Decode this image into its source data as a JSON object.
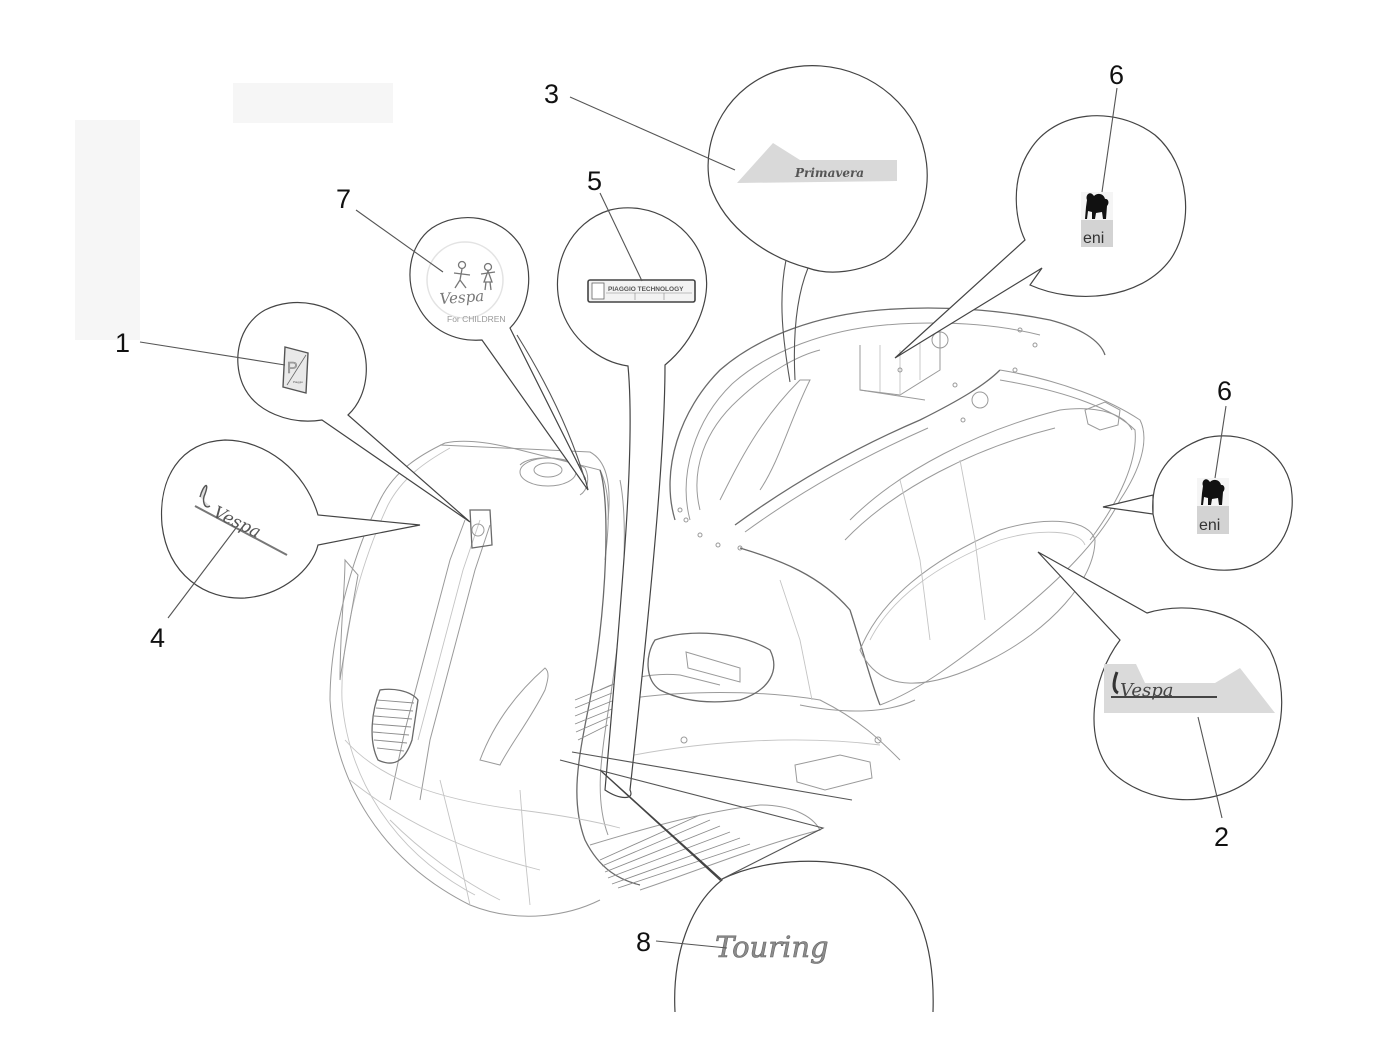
{
  "diagram": {
    "title": "Plates - Emblems (exploded parts diagram)",
    "subject": "Vessel scooter body with decal/emblem callouts",
    "callouts": [
      {
        "id": "1",
        "label": "1",
        "part": "Piaggio shield emblem"
      },
      {
        "id": "2",
        "label": "2",
        "part": "Vespa side panel emblem"
      },
      {
        "id": "3",
        "label": "3",
        "part": "Primavera inner glovebox badge"
      },
      {
        "id": "4",
        "label": "4",
        "part": "Vespa legshield script emblem"
      },
      {
        "id": "5",
        "label": "5",
        "part": "Piaggio Technology plate"
      },
      {
        "id": "6a",
        "label": "6",
        "part": "eni decal (glovebox)"
      },
      {
        "id": "6b",
        "label": "6",
        "part": "eni decal (side panel)"
      },
      {
        "id": "7",
        "label": "7",
        "part": "Vespa for Children decal"
      },
      {
        "id": "8",
        "label": "8",
        "part": "Touring script emblem"
      }
    ],
    "sticker_text": {
      "primavera": "Primavera",
      "piaggio_technology": "PIAGGIO TECHNOLOGY",
      "vespa_for_children_brand": "Vespa",
      "vespa_for_children_sub": "For CHILDREN",
      "eni": "eni",
      "vespa": "Vespa",
      "touring": "Touring",
      "piaggio_shield_letter": "P",
      "piaggio_shield_small": "Piaggio"
    }
  },
  "colors": {
    "background": "#ffffff",
    "line": "#555555",
    "sticker_gray": "#d9d9d9",
    "dark": "#111111"
  }
}
